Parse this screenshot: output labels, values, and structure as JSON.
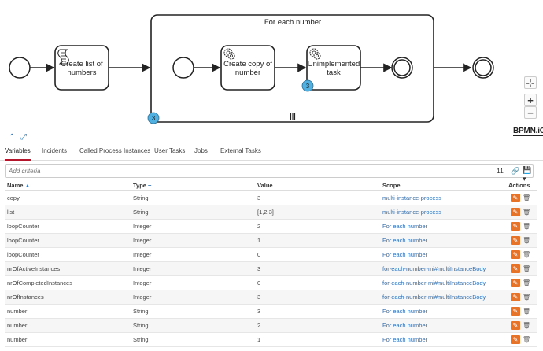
{
  "diagram": {
    "subprocess_label": "For each number",
    "task1_label_line1": "Create list of",
    "task1_label_line2": "numbers",
    "task2_label_line1": "Create copy of",
    "task2_label_line2": "number",
    "task3_label_line1": "Unimplemented",
    "task3_label_line2": "task",
    "badge_task3": "3",
    "badge_subprocess": "3",
    "multi_instance_marker": "|||",
    "logo": "BPMN.iO",
    "zoom_reset": "⊹",
    "zoom_in": "+",
    "zoom_out": "−",
    "colors": {
      "badge": "#52b0e0",
      "stroke": "#222222"
    }
  },
  "tabs": [
    {
      "label": "Variables",
      "active": true
    },
    {
      "label": "Incidents"
    },
    {
      "label": "Called Process Instances"
    },
    {
      "label": "User Tasks"
    },
    {
      "label": "Jobs"
    },
    {
      "label": "External Tasks"
    }
  ],
  "filter": {
    "placeholder": "Add criteria",
    "count": "11",
    "link_icon": "🔗",
    "save_icon": "💾▾"
  },
  "table": {
    "headers": {
      "name": "Name",
      "type": "Type",
      "value": "Value",
      "scope": "Scope",
      "actions": "Actions"
    },
    "rows": [
      {
        "name": "copy",
        "type": "String",
        "value": "3",
        "scope": "multi-instance-process"
      },
      {
        "name": "list",
        "type": "String",
        "value": "[1,2,3]",
        "scope": "multi-instance-process"
      },
      {
        "name": "loopCounter",
        "type": "Integer",
        "value": "2",
        "scope": "For each number"
      },
      {
        "name": "loopCounter",
        "type": "Integer",
        "value": "1",
        "scope": "For each number"
      },
      {
        "name": "loopCounter",
        "type": "Integer",
        "value": "0",
        "scope": "For each number"
      },
      {
        "name": "nrOfActiveInstances",
        "type": "Integer",
        "value": "3",
        "scope": "for-each-number-mi#multiInstanceBody"
      },
      {
        "name": "nrOfCompletedInstances",
        "type": "Integer",
        "value": "0",
        "scope": "for-each-number-mi#multiInstanceBody"
      },
      {
        "name": "nrOfInstances",
        "type": "Integer",
        "value": "3",
        "scope": "for-each-number-mi#multiInstanceBody"
      },
      {
        "name": "number",
        "type": "String",
        "value": "3",
        "scope": "For each number"
      },
      {
        "name": "number",
        "type": "String",
        "value": "2",
        "scope": "For each number"
      },
      {
        "name": "number",
        "type": "String",
        "value": "1",
        "scope": "For each number"
      }
    ]
  }
}
